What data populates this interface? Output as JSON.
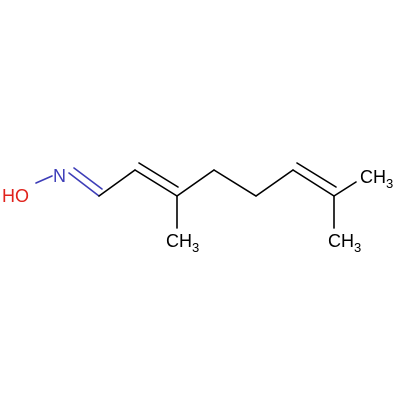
{
  "molecule": {
    "atoms": {
      "hydroxyl": {
        "O": "O",
        "H": "H"
      },
      "nitrogen": "N",
      "methyl_c3": {
        "C": "CH",
        "sub": "3"
      },
      "methyl_c7a": {
        "C": "CH",
        "sub": "3"
      },
      "methyl_c7b": {
        "C": "CH",
        "sub": "3"
      }
    },
    "colors": {
      "carbon_bond": "#000000",
      "nitrogen": "#3d3db8",
      "oxygen": "#e0221c",
      "background": "#ffffff"
    }
  }
}
